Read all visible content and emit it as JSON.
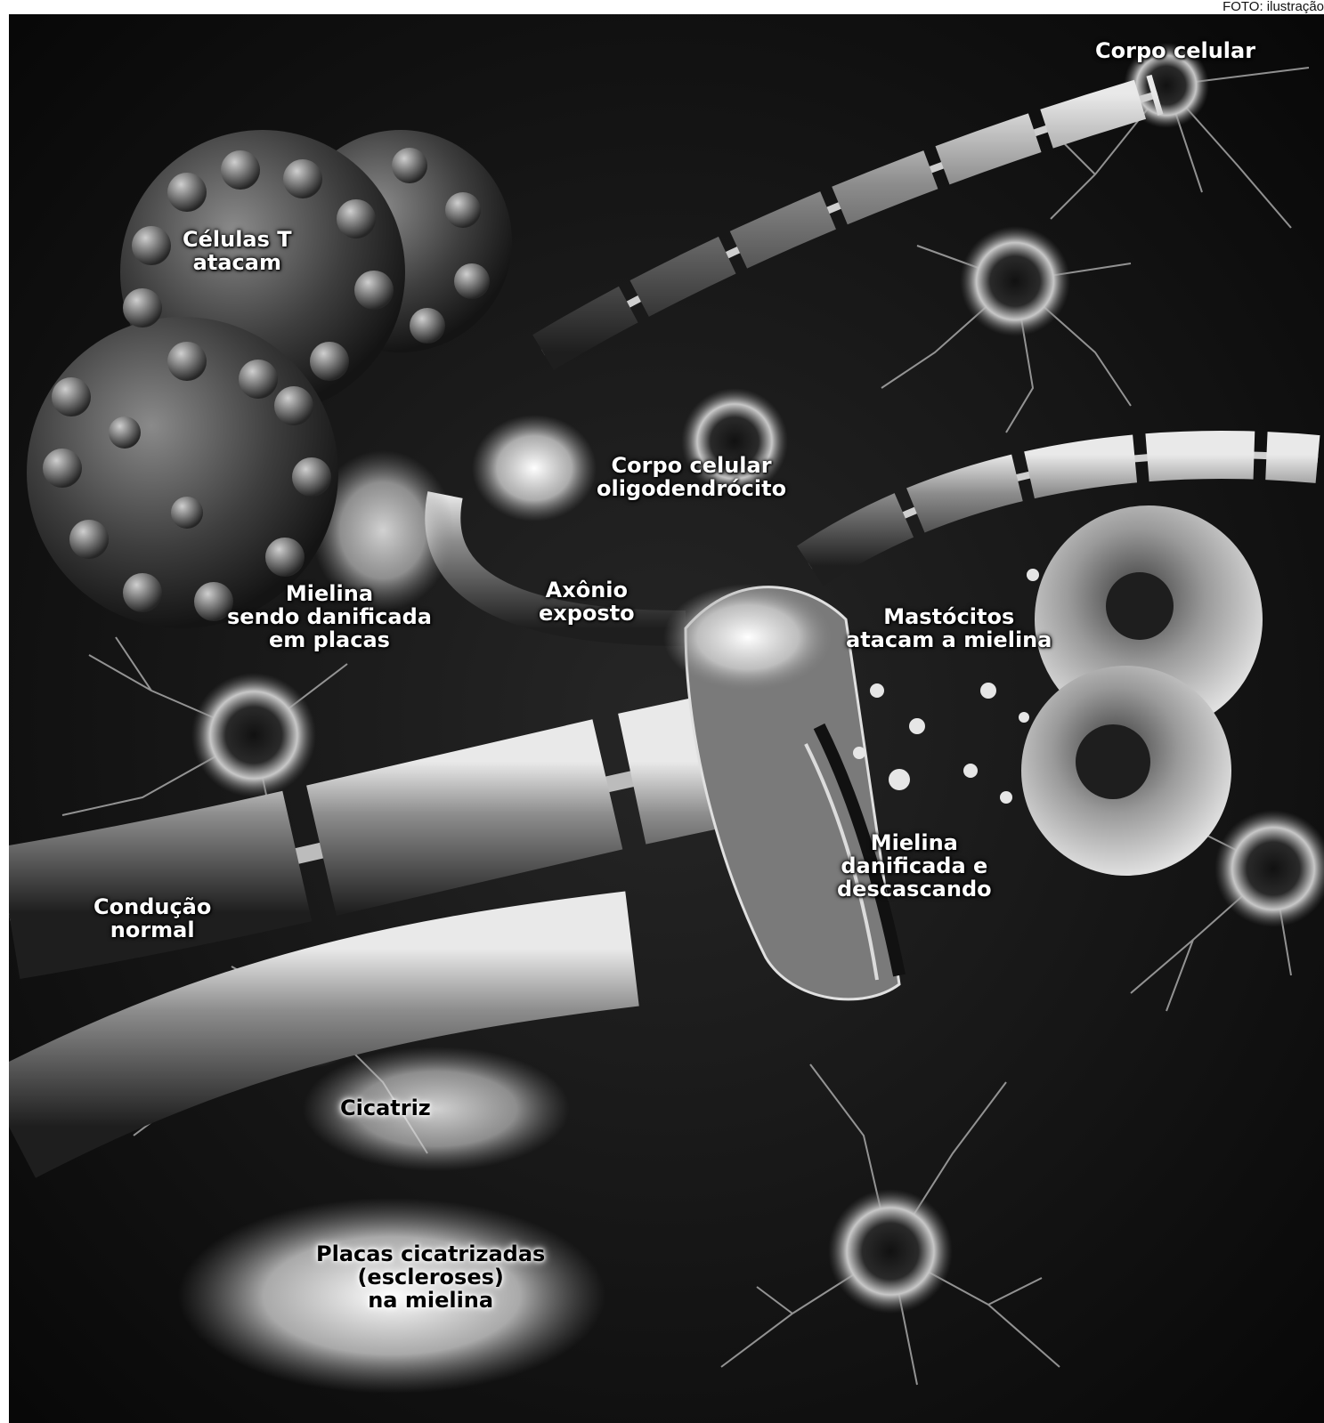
{
  "credit": "FOTO: ilustração",
  "labels": {
    "corpo_celular": "Corpo celular",
    "celulas_t": [
      "Células T",
      "atacam"
    ],
    "oligodendrocito": [
      "Corpo celular",
      "oligodendrócito"
    ],
    "mielina_placas": [
      "Mielina",
      "sendo danificada",
      "em placas"
    ],
    "axonio": [
      "Axônio",
      "exposto"
    ],
    "mastocitos": [
      "Mastócitos",
      "atacam a mielina"
    ],
    "mielina_descascando": [
      "Mielina",
      "danificada e",
      "descascando"
    ],
    "conducao": [
      "Condução",
      "normal"
    ],
    "cicatriz": "Cicatriz",
    "placas_cicatrizadas": [
      "Placas cicatrizadas",
      "(escleroses)",
      "na mielina"
    ]
  }
}
